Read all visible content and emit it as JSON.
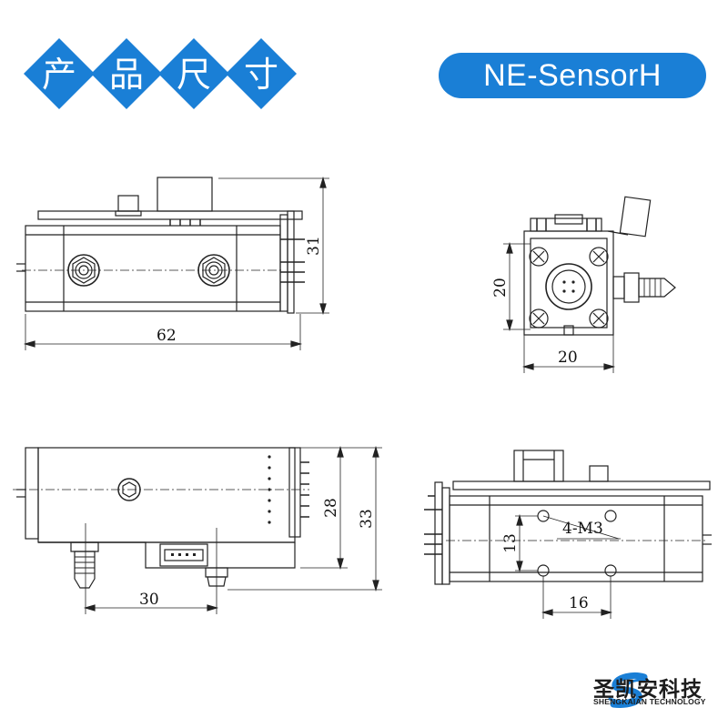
{
  "header": {
    "title_chars": [
      "产",
      "品",
      "尺",
      "寸"
    ],
    "model_badge": "NE-SensorH",
    "accent_color": "#1a7fd6"
  },
  "dimensions": {
    "top_width": "62",
    "top_height": "31",
    "side_width": "20",
    "side_height": "20",
    "front_height_inner": "28",
    "front_height_outer": "33",
    "front_width": "30",
    "bottom_hole_label": "4-M3",
    "bottom_hole_v": "13",
    "bottom_hole_h": "16"
  },
  "logo": {
    "name_cn": "圣凯安科技",
    "name_en": "SHENGKAIAN TECHNOLOGY",
    "icon": "s-swoosh-logo-icon"
  }
}
